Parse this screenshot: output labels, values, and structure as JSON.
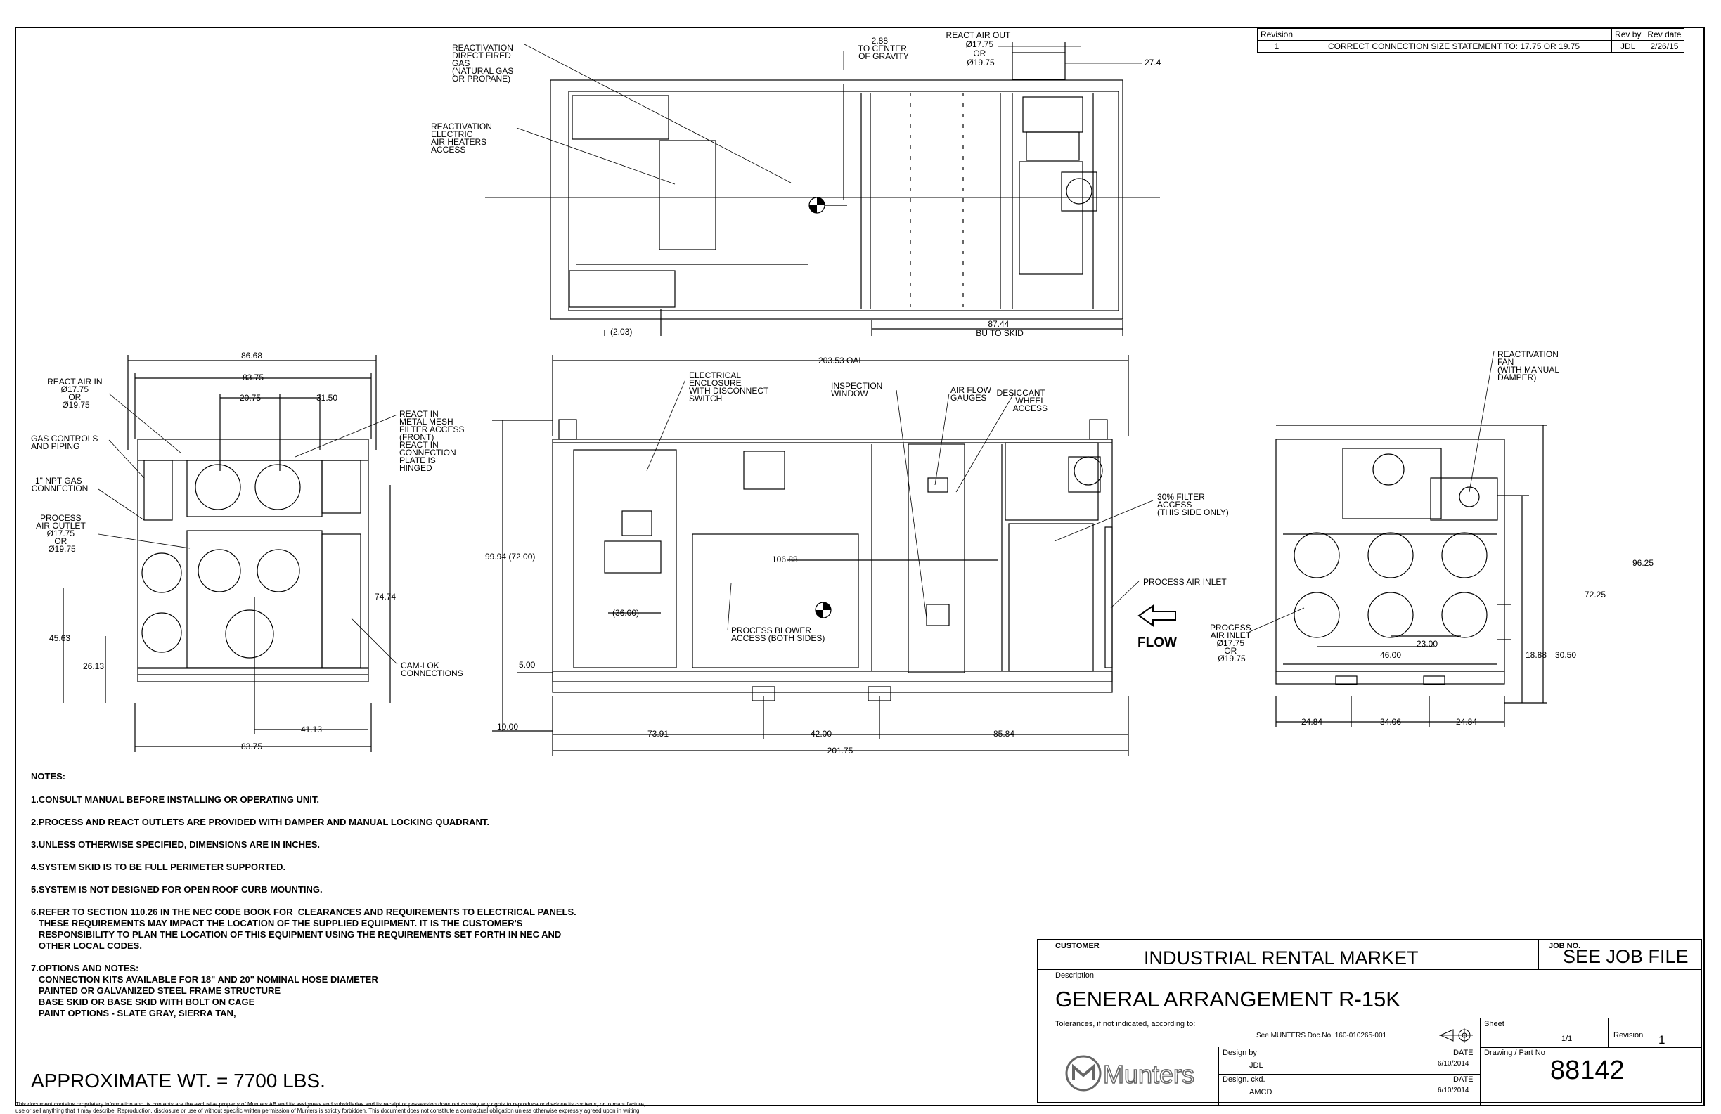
{
  "revision_table": {
    "headers": [
      "Revision",
      "",
      "Rev by",
      "Rev date"
    ],
    "rows": [
      [
        "1",
        "CORRECT CONNECTION SIZE STATEMENT TO: 17.75 OR 19.75",
        "JDL",
        "2/26/15"
      ]
    ]
  },
  "top_view": {
    "label_react_direct_fired": [
      "REACTIVATION",
      "DIRECT FIRED",
      "GAS",
      "(NATURAL GAS",
      "OR PROPANE)"
    ],
    "label_react_electric": [
      "REACTIVATION",
      "ELECTRIC",
      "AIR HEATERS",
      "ACCESS"
    ],
    "dim_center_gravity": [
      "2.88",
      "TO CENTER",
      "OF GRAVITY"
    ],
    "label_react_air_out": [
      "REACT AIR OUT",
      "Ø17.75",
      "OR",
      "Ø19.75"
    ],
    "dim_27_4": "27.4",
    "dim_2_03": "(2.03)",
    "dim_87_44": [
      "87.44",
      "BU TO SKID"
    ]
  },
  "left_view": {
    "dim_86_68": "86.68",
    "dim_83_75_top": "83.75",
    "dim_20_75": "20.75",
    "dim_31_50": "31.50",
    "label_react_air_in": [
      "REACT AIR IN",
      "Ø17.75",
      "OR",
      "Ø19.75"
    ],
    "label_gas_controls": [
      "GAS CONTROLS",
      "AND PIPING"
    ],
    "label_npt_gas": [
      "1\" NPT GAS",
      "CONNECTION"
    ],
    "label_process_outlet": [
      "PROCESS",
      "AIR OUTLET",
      "Ø17.75",
      "OR",
      "Ø19.75"
    ],
    "label_react_in_filter": [
      "REACT IN",
      "METAL MESH",
      "FILTER ACCESS",
      "(FRONT)",
      "REACT IN",
      "CONNECTION",
      "PLATE IS",
      "HINGED"
    ],
    "dim_74_74": "74.74",
    "dim_45_63": "45.63",
    "dim_26_13": "26.13",
    "label_camlok": [
      "CAM-LOK",
      "CONNECTIONS"
    ],
    "dim_41_13": "41.13",
    "dim_83_75_bottom": "83.75"
  },
  "front_view": {
    "dim_203_53": "203.53 OAL",
    "label_elec_enclosure": [
      "ELECTRICAL",
      "ENCLOSURE",
      "WITH DISCONNECT",
      "SWITCH"
    ],
    "label_inspection": [
      "INSPECTION",
      "WINDOW"
    ],
    "label_air_flow": [
      "AIR FLOW",
      "GAUGES"
    ],
    "label_desiccant": [
      "DESICCANT",
      "WHEEL",
      "ACCESS"
    ],
    "label_filter_30": [
      "30% FILTER",
      "ACCESS",
      "(THIS SIDE ONLY)"
    ],
    "label_process_inlet": "PROCESS AIR INLET",
    "label_flow": "FLOW",
    "dim_99_94": "99.94 (72.00)",
    "dim_106_88": "106.88",
    "dim_36_00": "(36.00)",
    "label_process_blower": [
      "PROCESS BLOWER",
      "ACCESS (BOTH SIDES)"
    ],
    "dim_5_00": "5.00",
    "dim_10_00": "10.00",
    "dim_73_91": "73.91",
    "dim_42_00": "42.00",
    "dim_85_84": "85.84",
    "dim_201_75": "201.75"
  },
  "right_view": {
    "label_react_fan": [
      "REACTIVATION",
      "FAN",
      "(WITH MANUAL",
      "DAMPER)"
    ],
    "dim_96_25": "96.25",
    "dim_72_25": "72.25",
    "label_process_inlet": [
      "PROCESS",
      "AIR INLET",
      "Ø17.75",
      "OR",
      "Ø19.75"
    ],
    "dim_23_00": "23.00",
    "dim_46_00": "46.00",
    "dim_18_88": "18.88",
    "dim_30_50": "30.50",
    "dim_24_84_left": "24.84",
    "dim_34_06": "34.06",
    "dim_24_84_right": "24.84"
  },
  "notes": {
    "heading": "NOTES:",
    "items": [
      "1.CONSULT MANUAL BEFORE INSTALLING OR OPERATING UNIT.",
      "2.PROCESS AND REACT OUTLETS ARE PROVIDED WITH DAMPER AND MANUAL LOCKING QUADRANT.",
      "3.UNLESS OTHERWISE SPECIFIED, DIMENSIONS ARE IN INCHES.",
      "4.SYSTEM SKID IS TO BE FULL PERIMETER SUPPORTED.",
      "5.SYSTEM IS NOT DESIGNED FOR OPEN ROOF CURB MOUNTING.",
      "6.REFER TO SECTION 110.26 IN THE NEC CODE BOOK FOR  CLEARANCES AND REQUIREMENTS TO ELECTRICAL PANELS.\n   THESE REQUIREMENTS MAY IMPACT THE LOCATION OF THE SUPPLIED EQUIPMENT. IT IS THE CUSTOMER'S\n   RESPONSIBILITY TO PLAN THE LOCATION OF THIS EQUIPMENT USING THE REQUIREMENTS SET FORTH IN NEC AND\n   OTHER LOCAL CODES.",
      "7.OPTIONS AND NOTES:\n   CONNECTION KITS AVAILABLE FOR 18\" AND 20\" NOMINAL HOSE DIAMETER\n   PAINTED OR GALVANIZED STEEL FRAME STRUCTURE\n   BASE SKID OR BASE SKID WITH BOLT ON CAGE\n   PAINT OPTIONS - SLATE GRAY, SIERRA TAN,"
    ]
  },
  "approx_weight": "APPROXIMATE WT. = 7700 LBS.",
  "disclaimer": [
    "This document contains proprietary information and its contents are the exclusive property of Munters AB and its assignees and subsidiaries and its receipt or possession does not convey any rights to reproduce or disclose its contents, or to manufacture,",
    "use or sell anything that it may describe. Reproduction, disclosure or use of without specific written permission of Munters is strictly forbidden. This document does not constitute a contractual obligation unless otherwise expressly agreed upon in writing."
  ],
  "title_block": {
    "customer_label": "CUSTOMER",
    "customer": "INDUSTRIAL RENTAL MARKET",
    "job_no_label": "JOB NO.",
    "job_no": "SEE JOB FILE",
    "description_label": "Description",
    "description": "GENERAL ARRANGEMENT R-15K",
    "tolerances_label": "Tolerances, if not indicated, according to:",
    "tolerances_doc": "See MUNTERS Doc.No. 160-010265-001",
    "sheet_label": "Sheet",
    "sheet": "1/1",
    "revision_label": "Revision",
    "revision": "1",
    "design_by_label": "Design by",
    "design_by": "JDL",
    "date_label_1": "DATE",
    "date_1": "6/10/2014",
    "design_ckd_label": "Design. ckd.",
    "design_ckd": "AMCD",
    "date_label_2": "DATE",
    "date_2": "6/10/2014",
    "drawing_no_label": "Drawing / Part No",
    "drawing_no": "88142",
    "logo_text": "Munters"
  }
}
